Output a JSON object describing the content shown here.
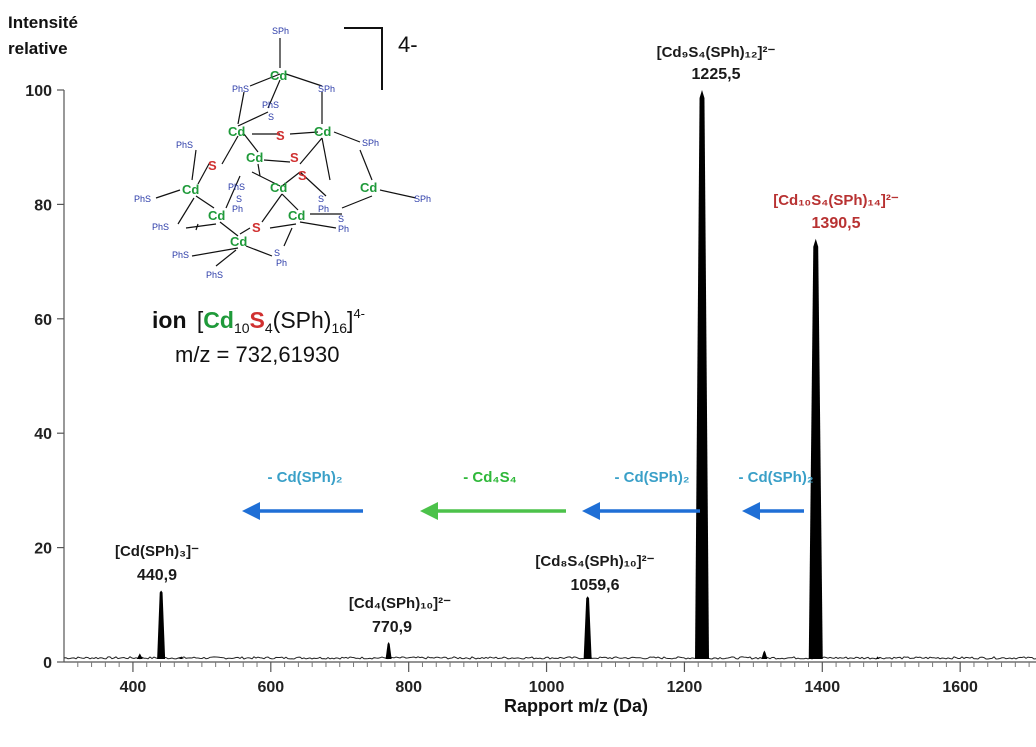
{
  "chart_data": {
    "type": "line",
    "ylabel_line1": "Intensité",
    "ylabel_line2": "relative",
    "xlabel": "Rapport m/z (Da)",
    "xlim": [
      300,
      1710
    ],
    "ylim": [
      0,
      100
    ],
    "xticks": [
      400,
      600,
      800,
      1000,
      1200,
      1400,
      1600
    ],
    "yticks": [
      0,
      20,
      40,
      60,
      80,
      100
    ],
    "peaks": [
      {
        "x": 410,
        "y": 1.5
      },
      {
        "x": 440.9,
        "y": 12.5
      },
      {
        "x": 470,
        "y": 1.0
      },
      {
        "x": 770.9,
        "y": 3.5
      },
      {
        "x": 1059.6,
        "y": 11.5
      },
      {
        "x": 1225.5,
        "y": 100
      },
      {
        "x": 1316,
        "y": 2.0
      },
      {
        "x": 1390.5,
        "y": 74
      },
      {
        "x": 1480,
        "y": 1.0
      }
    ],
    "peak_labels": [
      {
        "formula": "[Cd(SPh)₃]⁻",
        "value": "440,9",
        "x": 440.9,
        "color": "#1a1a1a"
      },
      {
        "formula": "[Cd₄(SPh)₁₀]²⁻",
        "value": "770,9",
        "x": 770.9,
        "color": "#1a1a1a"
      },
      {
        "formula": "[Cd₈S₄(SPh)₁₀]²⁻",
        "value": "1059,6",
        "x": 1059.6,
        "color": "#1a1a1a"
      },
      {
        "formula": "[Cd₉S₄(SPh)₁₂]²⁻",
        "value": "1225,5",
        "x": 1225.5,
        "color": "#1a1a1a"
      },
      {
        "formula": "[Cd₁₀S₄(SPh)₁₄]²⁻",
        "value": "1390,5",
        "x": 1390.5,
        "color": "#b83232"
      }
    ],
    "arrows": [
      {
        "label": "- Cd(SPh)₂",
        "color": "#1f6fd6",
        "label_color": "#3aa0c8"
      },
      {
        "label": "- Cd(SPh)₂",
        "color": "#1f6fd6",
        "label_color": "#3aa0c8"
      },
      {
        "label": "- Cd₄S₄",
        "color": "#4cc24a",
        "label_color": "#2fb83a"
      },
      {
        "label": "- Cd(SPh)₂",
        "color": "#1f6fd6",
        "label_color": "#3aa0c8"
      }
    ]
  },
  "inset": {
    "charge": "4-",
    "ion_word": "ion",
    "ion_formula_cd": "Cd",
    "ion_sub_10": "10",
    "ion_formula_s": "S",
    "ion_sub_4": "4",
    "ion_rest": "(SPh)",
    "ion_sub_16": "16",
    "ion_charge": "4-",
    "mz_text": "m/z = 732,61930",
    "cd_label": "Cd",
    "s_label": "S",
    "sph_label": "SPh",
    "phs_label": "PhS",
    "s_short": "S",
    "ph_short": "Ph",
    "cd_color": "#1f9a3a",
    "s_color": "#d03030"
  }
}
